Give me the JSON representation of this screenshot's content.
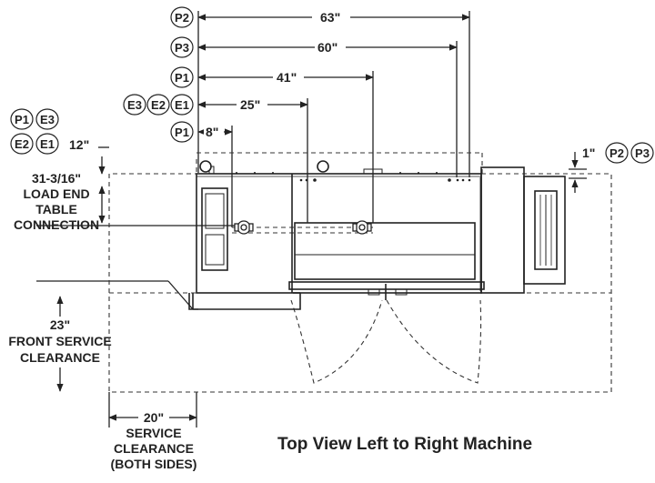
{
  "title": "Top View Left to Right Machine",
  "connection_tags": [
    "P1",
    "P2",
    "P3",
    "E1",
    "E2",
    "E3"
  ],
  "dims": {
    "p2": "63\"",
    "p3": "60\"",
    "p1_41": "41\"",
    "e_25": "25\"",
    "p1_8": "8\"",
    "left_12": "12\"",
    "right_1": "1\""
  },
  "side_labels": {
    "load_end": [
      "31-3/16\"",
      "LOAD END",
      "TABLE",
      "CONNECTION"
    ],
    "front": [
      "23\"",
      "FRONT SERVICE",
      "CLEARANCE"
    ],
    "service": [
      "20\"",
      "SERVICE",
      "CLEARANCE",
      "(BOTH SIDES)"
    ]
  }
}
